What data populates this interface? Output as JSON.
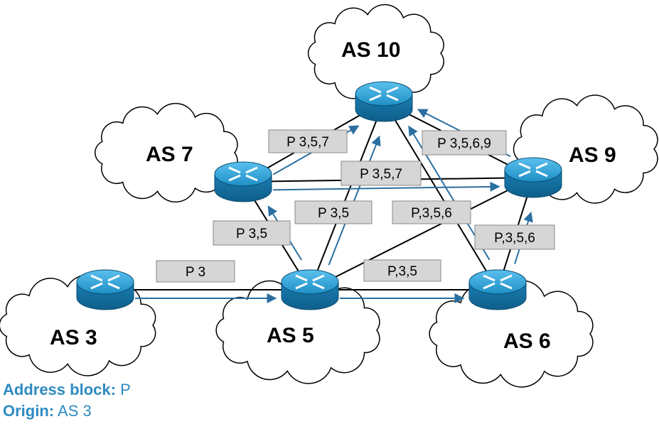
{
  "autonomous_systems": [
    {
      "id": "as3",
      "label": "AS 3"
    },
    {
      "id": "as5",
      "label": "AS 5"
    },
    {
      "id": "as6",
      "label": "AS 6"
    },
    {
      "id": "as7",
      "label": "AS 7"
    },
    {
      "id": "as9",
      "label": "AS 9"
    },
    {
      "id": "as10",
      "label": "AS 10"
    }
  ],
  "links": [
    [
      "as3",
      "as5"
    ],
    [
      "as5",
      "as6"
    ],
    [
      "as5",
      "as7"
    ],
    [
      "as5",
      "as10"
    ],
    [
      "as7",
      "as10"
    ],
    [
      "as7",
      "as9"
    ],
    [
      "as5",
      "as9"
    ],
    [
      "as6",
      "as10"
    ],
    [
      "as6",
      "as9"
    ],
    [
      "as10",
      "as9"
    ]
  ],
  "announcements": [
    {
      "text": "P 3",
      "from": "as3",
      "to": "as5"
    },
    {
      "text": "P,3,5",
      "from": "as5",
      "to": "as6"
    },
    {
      "text": "P 3,5",
      "from": "as5",
      "to": "as7"
    },
    {
      "text": "P 3,5",
      "from": "as5",
      "to": "as10"
    },
    {
      "text": "P 3,5,7",
      "from": "as7",
      "to": "as10"
    },
    {
      "text": "P 3,5,7",
      "from": "as7",
      "to": "as9"
    },
    {
      "text": "P,3,5,6",
      "from": "as6",
      "to": "as10"
    },
    {
      "text": "P,3,5,6",
      "from": "as6",
      "to": "as9"
    },
    {
      "text": "P 3,5,6,9",
      "from": "as9",
      "to": "as10"
    }
  ],
  "legend": {
    "address_block_label": "Address block:",
    "address_block_value": "P",
    "origin_label": "Origin:",
    "origin_value": "AS 3"
  },
  "colors": {
    "arrow": "#2B6FA0",
    "router_fill": "#1E8FC6",
    "label_box_fill": "#D6D6D6",
    "legend_text": "#2E8BC0"
  }
}
